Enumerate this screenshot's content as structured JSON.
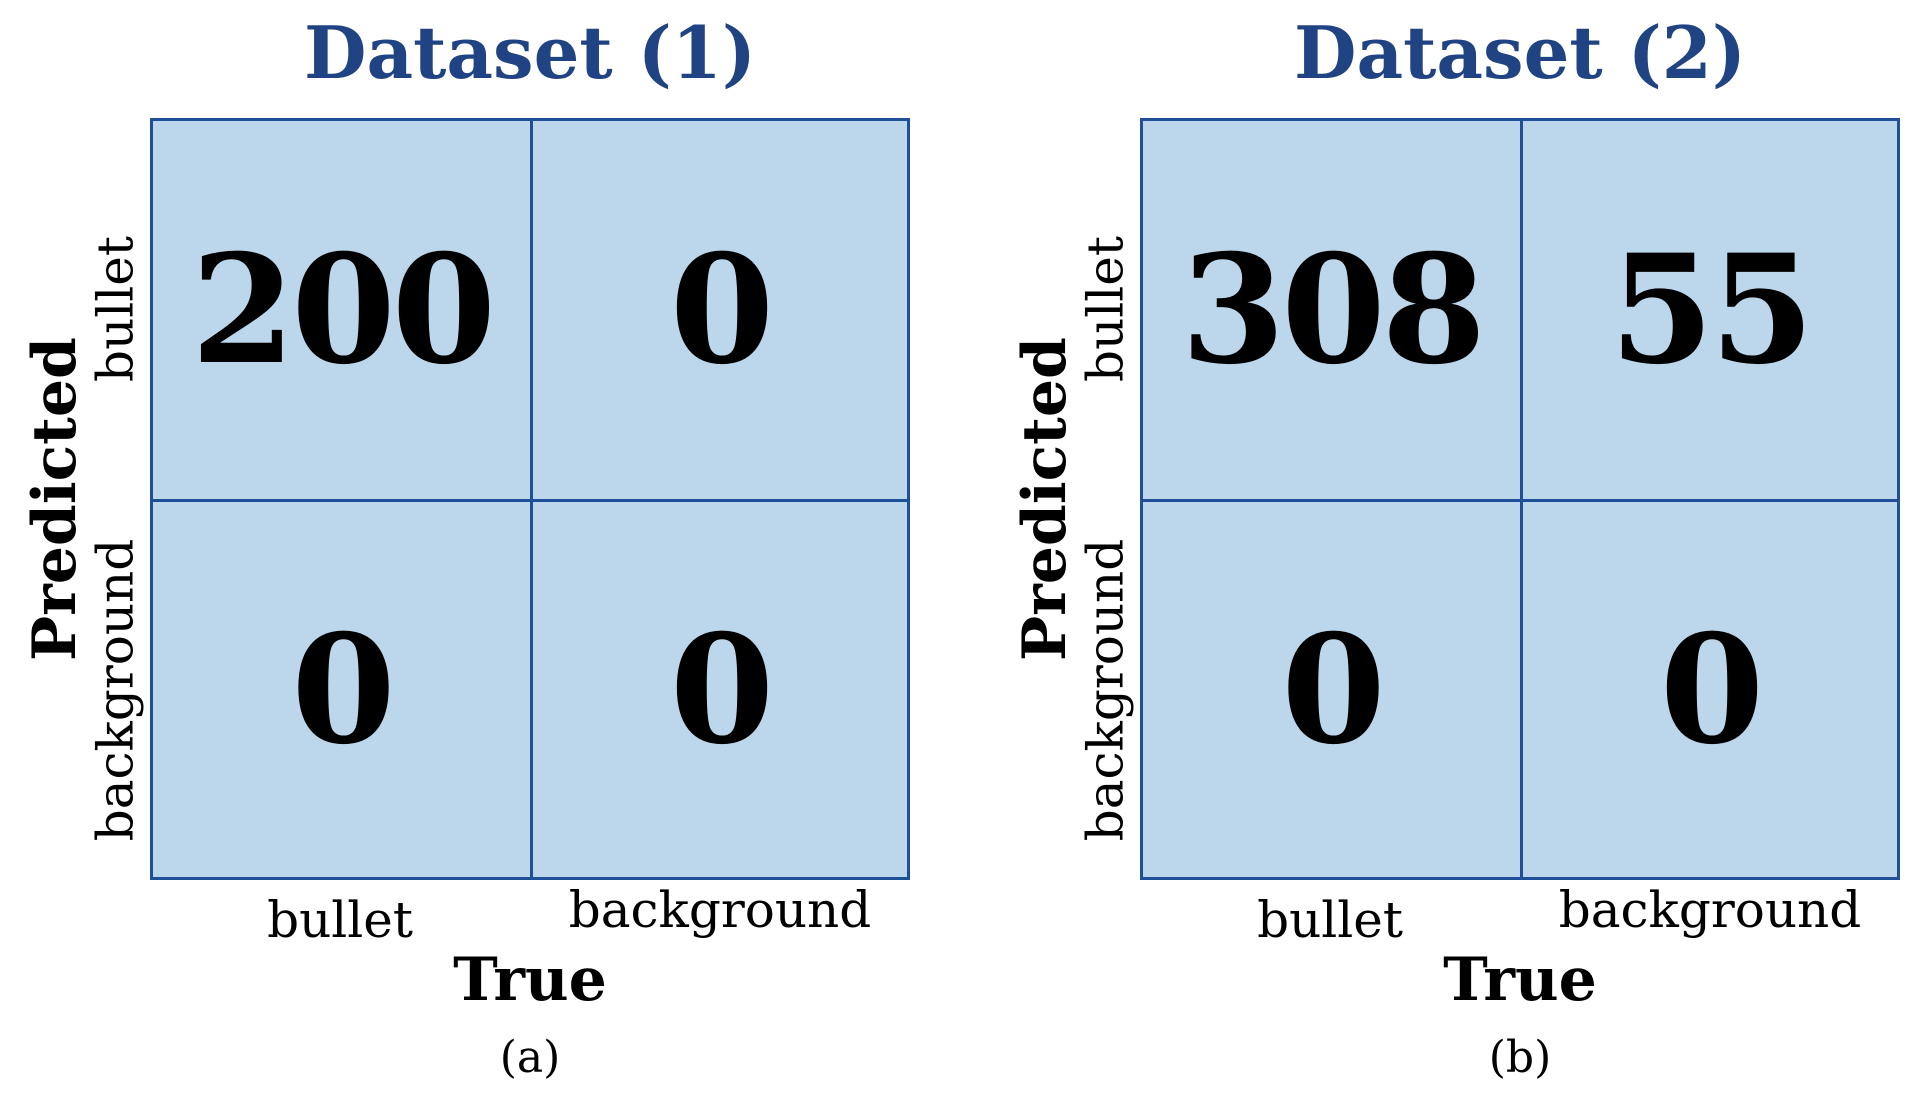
{
  "chart_data": [
    {
      "type": "heatmap",
      "title": "Dataset (1)",
      "xlabel": "True",
      "ylabel": "Predicted",
      "x_categories": [
        "bullet",
        "background"
      ],
      "y_categories": [
        "bullet",
        "background"
      ],
      "values": [
        [
          "200",
          "0"
        ],
        [
          "0",
          "0"
        ]
      ],
      "caption": "(a)"
    },
    {
      "type": "heatmap",
      "title": "Dataset (2)",
      "xlabel": "True",
      "ylabel": "Predicted",
      "x_categories": [
        "bullet",
        "background"
      ],
      "y_categories": [
        "bullet",
        "background"
      ],
      "values": [
        [
          "308",
          "55"
        ],
        [
          "0",
          "0"
        ]
      ],
      "caption": "(b)"
    }
  ],
  "colors": {
    "cell_fill": "#bcd7ec",
    "grid_line": "#1f4f96",
    "title": "#1f4383"
  }
}
